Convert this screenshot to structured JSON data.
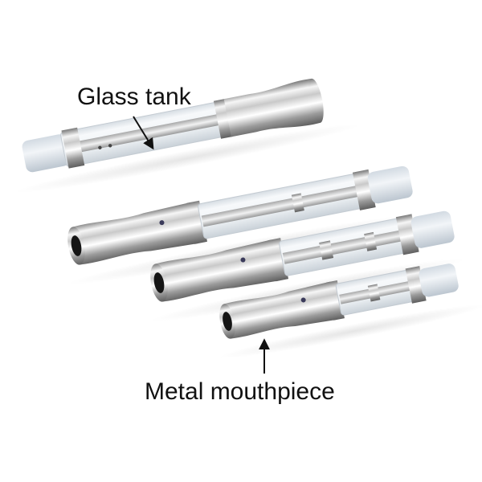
{
  "labels": {
    "glass_tank": "Glass tank",
    "metal_mouthpiece": "Metal mouthpiece"
  },
  "colors": {
    "background": "#ffffff",
    "label_text": "#111111",
    "arrow": "#111111",
    "chrome_light": "#f4f4f4",
    "chrome_dark": "#7c7c7c",
    "glass_tint": "#e3e9ee",
    "silicone_tip": "#dde3ea"
  },
  "objects": [
    {
      "name": "cartridge",
      "parts": [
        "silicone-cap",
        "glass-tank",
        "center-post",
        "metal-mouthpiece"
      ]
    },
    {
      "name": "cartridge",
      "parts": [
        "silicone-cap",
        "glass-tank",
        "center-post",
        "metal-mouthpiece"
      ]
    },
    {
      "name": "cartridge",
      "parts": [
        "silicone-cap",
        "glass-tank",
        "center-post",
        "metal-mouthpiece"
      ]
    },
    {
      "name": "cartridge",
      "parts": [
        "silicone-cap",
        "glass-tank",
        "center-post",
        "metal-mouthpiece"
      ]
    }
  ]
}
